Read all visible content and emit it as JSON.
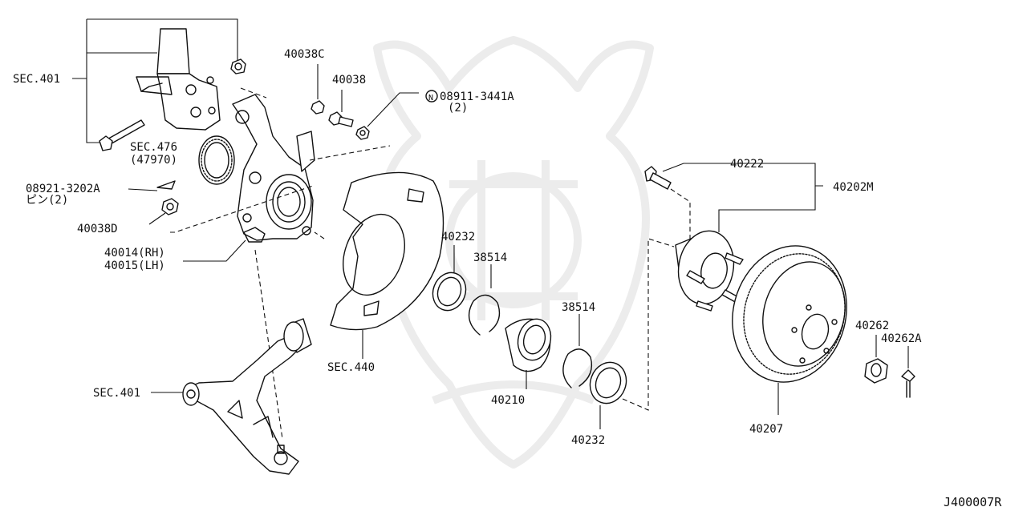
{
  "diagram_code": "J400007R",
  "labels": {
    "sec401_top": "SEC.401",
    "sec476": "SEC.476",
    "sec476_sub": "(47970)",
    "pin_part": "08921-3202A",
    "pin_sub": "ピン(2)",
    "p40038D": "40038D",
    "p40014": "40014(RH)",
    "p40015": "40015(LH)",
    "sec401_bottom": "SEC.401",
    "p40038C": "40038C",
    "p40038": "40038",
    "nut_part": "08911-3441A",
    "nut_qty": "(2)",
    "nut_prefix": "N",
    "sec440": "SEC.440",
    "p40232_top": "40232",
    "p38514_top": "38514",
    "p40210": "40210",
    "p38514_bottom": "38514",
    "p40232_bottom": "40232",
    "p40222": "40222",
    "p40202M": "40202M",
    "p40207": "40207",
    "p40262": "40262",
    "p40262A": "40262A"
  },
  "colors": {
    "line": "#111111",
    "background": "#ffffff",
    "watermark": "#ececec"
  }
}
